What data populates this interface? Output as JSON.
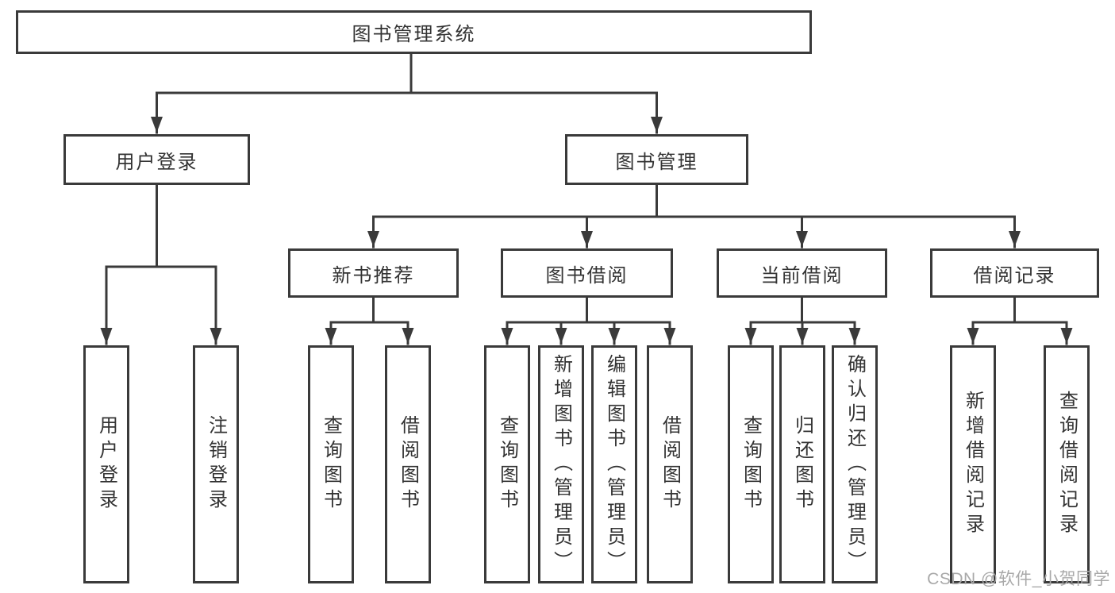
{
  "diagram": {
    "title": "图书管理系统",
    "watermark": "CSDN @软件_小贺同学",
    "colors": {
      "line": "#3a3a3a",
      "box_border": "#3a3a3a",
      "text": "#333333",
      "watermark": "#a9a9a9",
      "background": "#ffffff"
    },
    "tree": {
      "root": {
        "label": "图书管理系统",
        "children": [
          {
            "label": "用户登录",
            "children": [
              {
                "label": "用户登录"
              },
              {
                "label": "注销登录"
              }
            ]
          },
          {
            "label": "图书管理",
            "children": [
              {
                "label": "新书推荐",
                "children": [
                  {
                    "label": "查询图书"
                  },
                  {
                    "label": "借阅图书"
                  }
                ]
              },
              {
                "label": "图书借阅",
                "children": [
                  {
                    "label": "查询图书"
                  },
                  {
                    "label": "新增图书（管理员）"
                  },
                  {
                    "label": "编辑图书（管理员）"
                  },
                  {
                    "label": "借阅图书"
                  }
                ]
              },
              {
                "label": "当前借阅",
                "children": [
                  {
                    "label": "查询图书"
                  },
                  {
                    "label": "归还图书"
                  },
                  {
                    "label": "确认归还（管理员）"
                  }
                ]
              },
              {
                "label": "借阅记录",
                "children": [
                  {
                    "label": "新增借阅记录"
                  },
                  {
                    "label": "查询借阅记录"
                  }
                ]
              }
            ]
          }
        ]
      }
    }
  }
}
